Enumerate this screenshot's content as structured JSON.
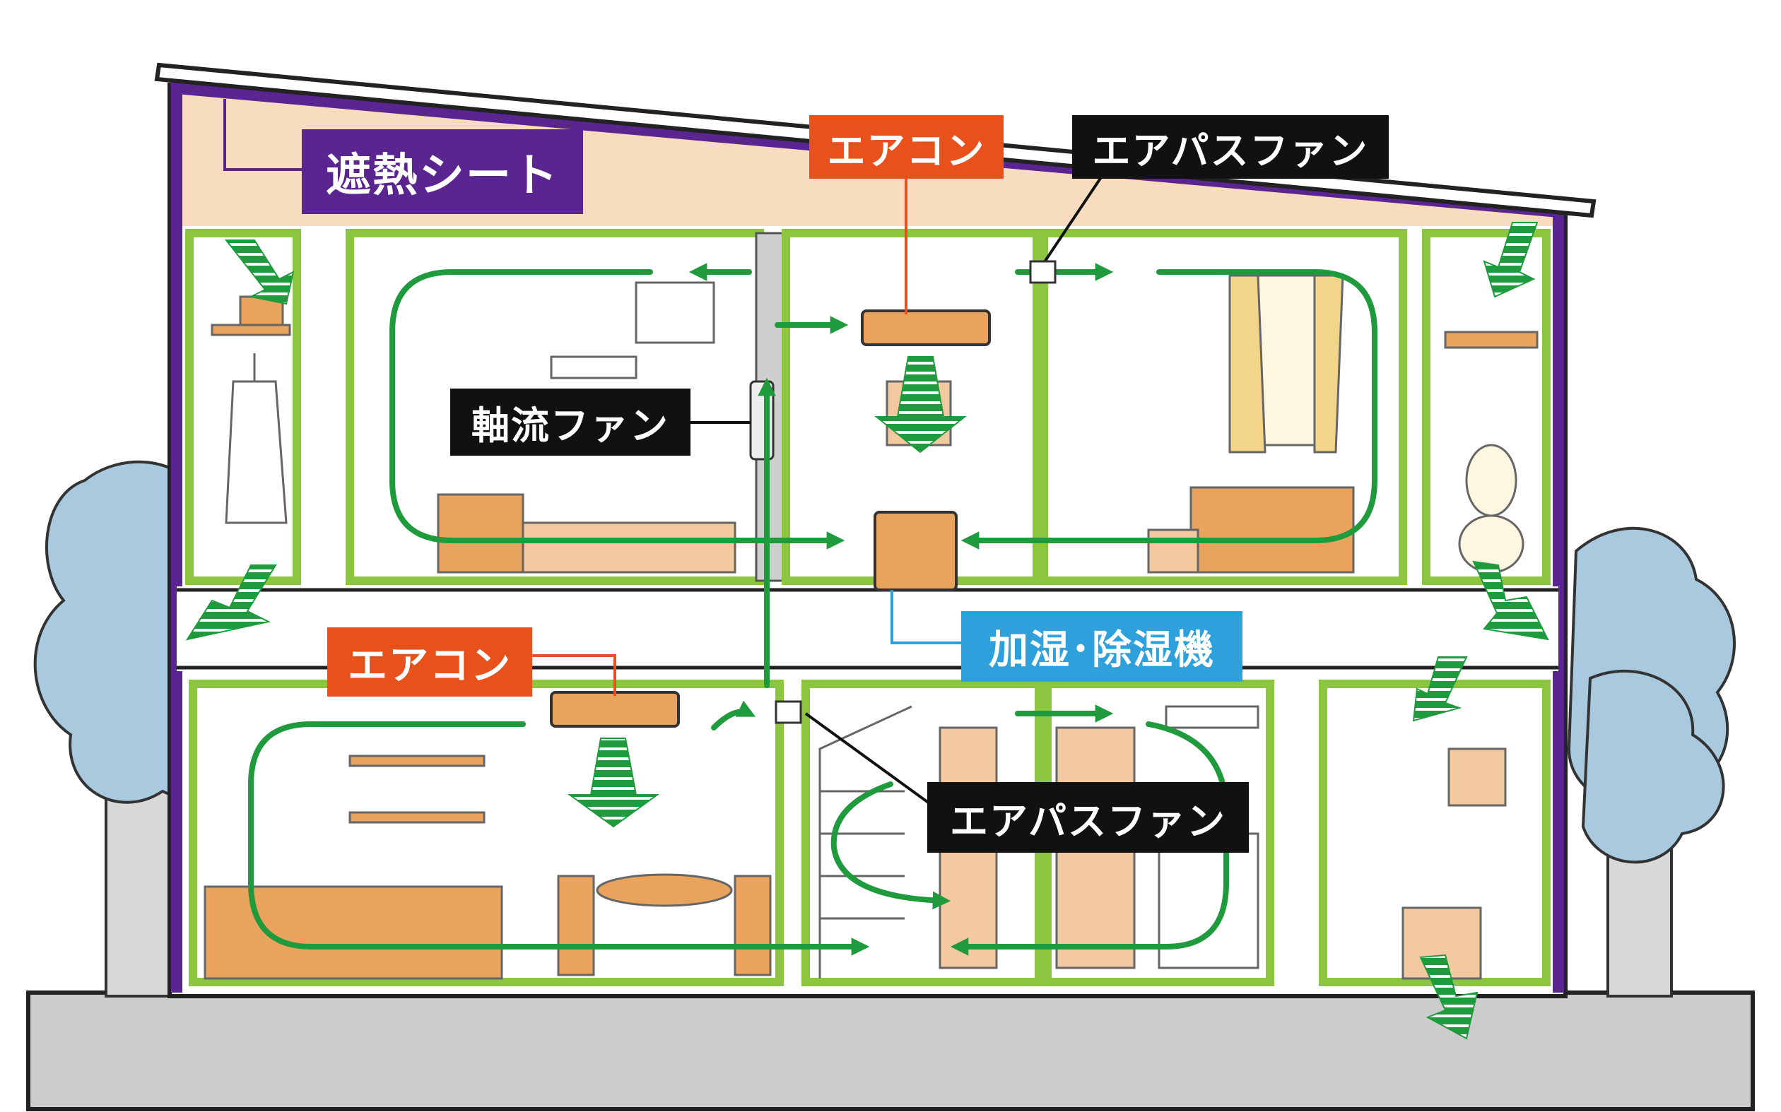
{
  "labels": {
    "heat_shield_sheet": "遮熱シート",
    "aircon_upper": "エアコン",
    "airpass_fan_upper": "エアパスファン",
    "axial_fan": "軸流ファン",
    "humidifier_dehumidifier": "加湿･除湿機",
    "aircon_lower": "エアコン",
    "airpass_fan_lower": "エアパスファン"
  },
  "colors": {
    "heat_shield_purple": "#5a2590",
    "aircon_orange": "#e8511b",
    "humidifier_blue": "#2ea1dd",
    "label_black": "#111111",
    "airflow_green": "#1f9a3c",
    "room_frame_green": "#8cc63f",
    "attic_beige": "#f7dcc0",
    "furniture_orange": "#e9a35c",
    "tree_blue": "#a9c9df",
    "ground_gray": "#cccccc"
  }
}
